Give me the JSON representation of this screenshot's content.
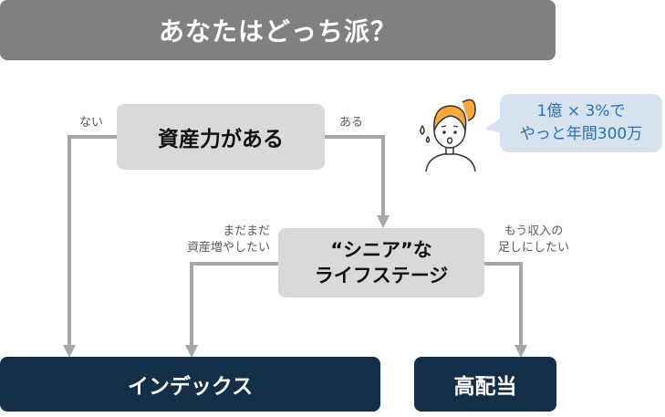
{
  "title": "あなたはどっち派？",
  "nodes": {
    "asset_question": "資産力がある",
    "senior_line1": "“シニア”な",
    "senior_line2": "ライフステージ"
  },
  "edge_labels": {
    "no": "ない",
    "yes": "ある",
    "more_assets_line1": "まだまだ",
    "more_assets_line2": "資産増やしたい",
    "want_income_line1": "もう収入の",
    "want_income_line2": "足しにしたい"
  },
  "results": {
    "index": "インデックス",
    "high_dividend": "高配当"
  },
  "speech_bubble": {
    "line1": "1億 × 3%で",
    "line2": "やっと年間300万"
  },
  "icons": {
    "character": "worried-woman-icon",
    "speech_tail": "speech-bubble-tail"
  },
  "colors": {
    "title_bg": "#808080",
    "node_bg": "#d9d9d9",
    "result_bg": "#152f48",
    "connector": "#a6a6a6",
    "bubble_bg": "#d6e3ee",
    "bubble_text": "#2c6fb3",
    "character_hair": "#f7a93d"
  }
}
